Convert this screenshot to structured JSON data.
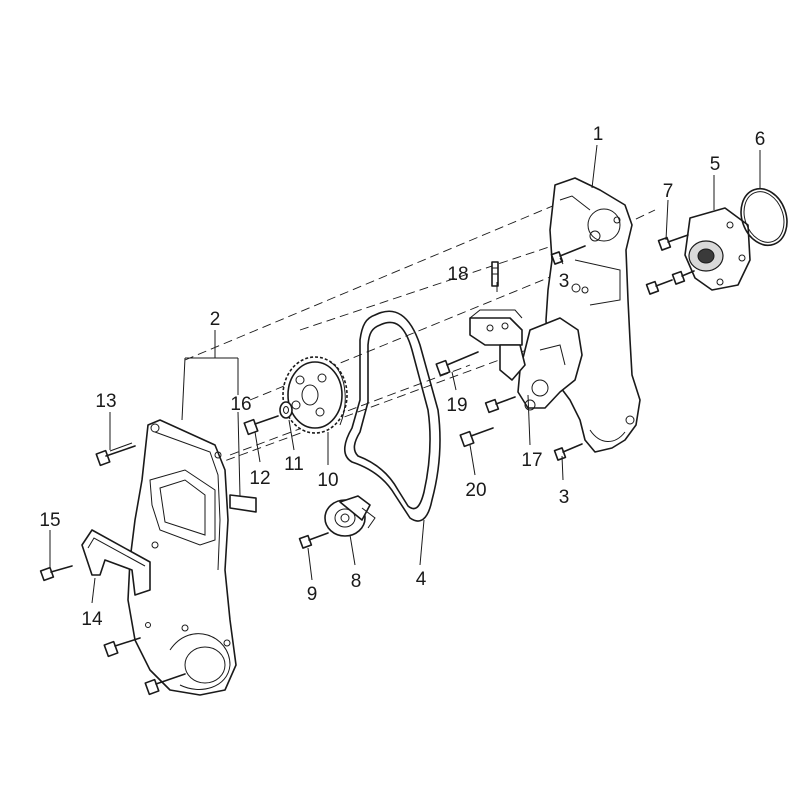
{
  "diagram": {
    "callouts": [
      {
        "id": "1",
        "text": "1"
      },
      {
        "id": "2",
        "text": "2"
      },
      {
        "id": "3a",
        "text": "3"
      },
      {
        "id": "3b",
        "text": "3"
      },
      {
        "id": "4",
        "text": "4"
      },
      {
        "id": "5",
        "text": "5"
      },
      {
        "id": "6",
        "text": "6"
      },
      {
        "id": "7",
        "text": "7"
      },
      {
        "id": "8",
        "text": "8"
      },
      {
        "id": "9",
        "text": "9"
      },
      {
        "id": "10",
        "text": "10"
      },
      {
        "id": "11",
        "text": "11"
      },
      {
        "id": "12",
        "text": "12"
      },
      {
        "id": "13",
        "text": "13"
      },
      {
        "id": "14",
        "text": "14"
      },
      {
        "id": "15",
        "text": "15"
      },
      {
        "id": "16",
        "text": "16"
      },
      {
        "id": "17",
        "text": "17"
      },
      {
        "id": "18",
        "text": "18"
      },
      {
        "id": "19",
        "text": "19"
      },
      {
        "id": "20",
        "text": "20"
      }
    ]
  }
}
